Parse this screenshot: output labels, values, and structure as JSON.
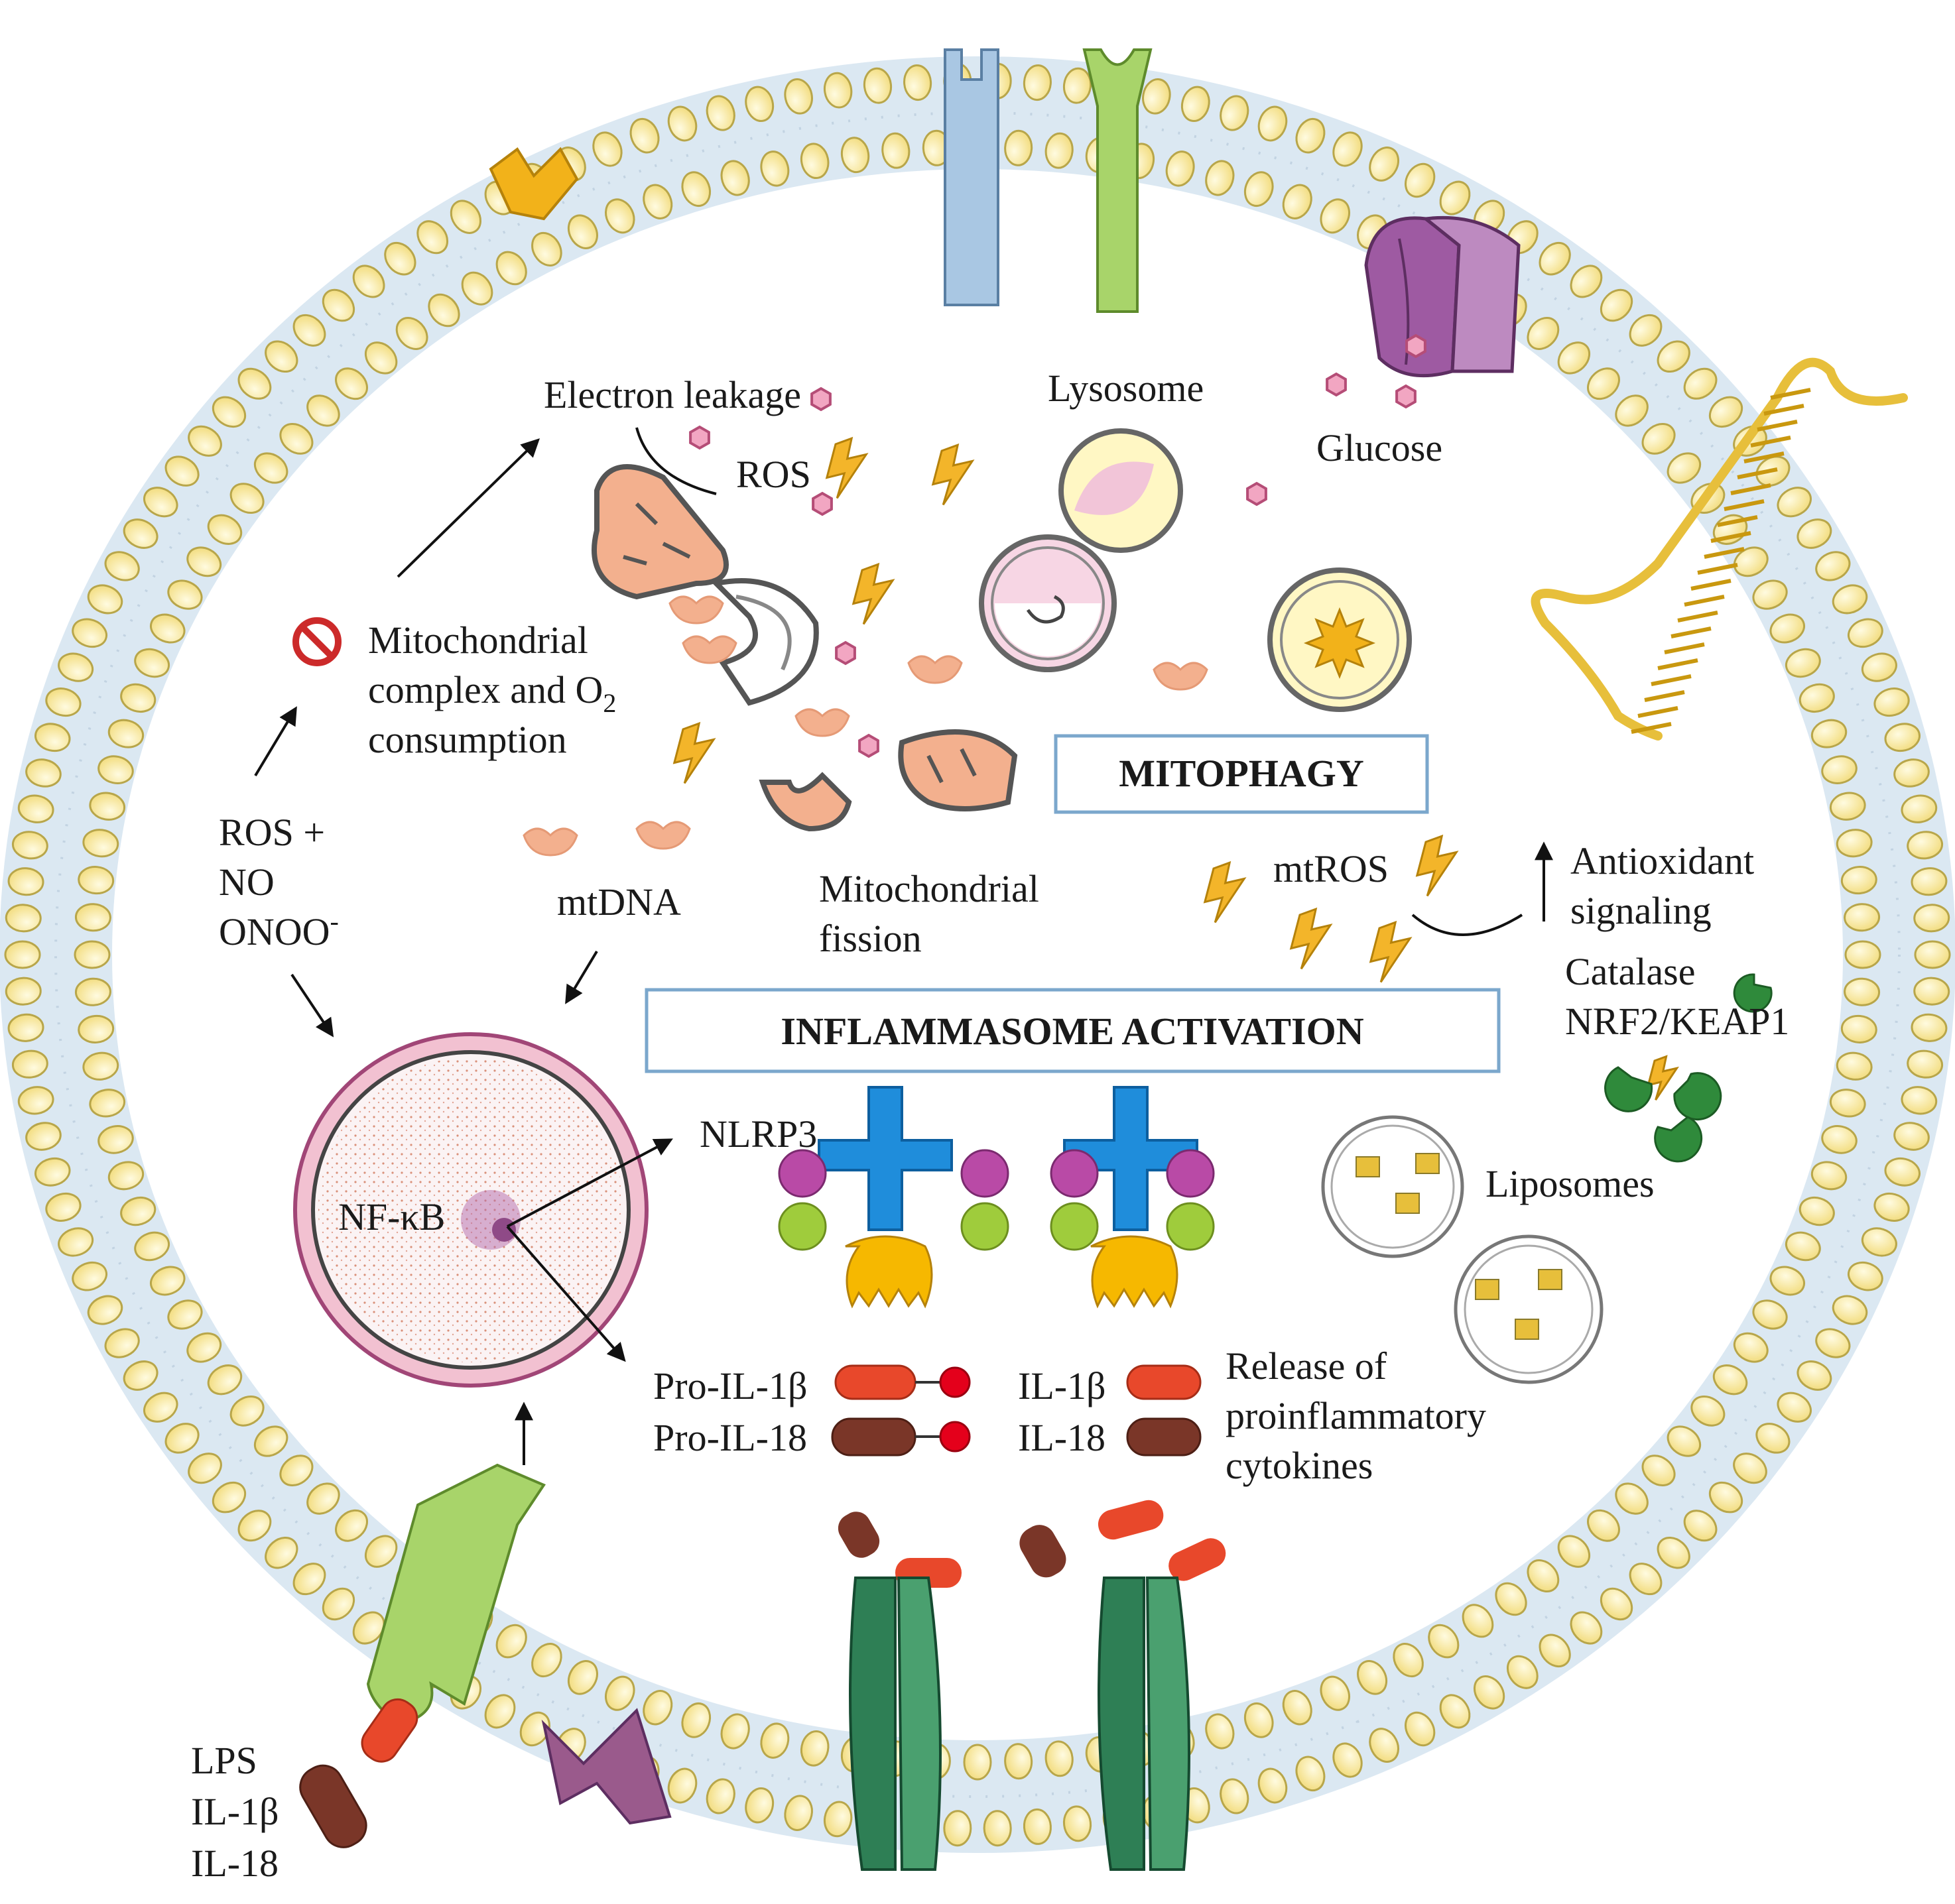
{
  "labels": {
    "electron_leakage": "Electron leakage",
    "ros": "ROS",
    "lysosome": "Lysosome",
    "glucose": "Glucose",
    "mito_complex_line1": "Mitochondrial",
    "mito_complex_line2": "complex and O",
    "mito_complex_sub": "2",
    "mito_complex_line3": "consumption",
    "ros_plus": "ROS +",
    "no": "NO",
    "onoo": "ONOO",
    "onoo_sup": "-",
    "mtdna": "mtDNA",
    "mito_fission_line1": "Mitochondrial",
    "mito_fission_line2": "fission",
    "mitophagy": "MITOPHAGY",
    "mtros": "mtROS",
    "antioxidant_line1": "Antioxidant",
    "antioxidant_line2": "signaling",
    "catalase": "Catalase",
    "nrf2": "NRF2/KEAP1",
    "inflammasome": "INFLAMMASOME ACTIVATION",
    "nlrp3": "NLRP3",
    "nfkb": "NF-κB",
    "liposomes": "Liposomes",
    "pro_il1b": "Pro-IL-1β",
    "pro_il18": "Pro-IL-18",
    "il1b": "IL-1β",
    "il18": "IL-18",
    "release_line1": "Release of",
    "release_line2": "proinflammatory",
    "release_line3": "cytokines",
    "lps": "LPS",
    "il1b_out": "IL-1β",
    "il18_out": "IL-18"
  },
  "colors": {
    "lipid_head": "#fbf0a8",
    "lipid_stroke": "#b8a64a",
    "membrane_core": "#dbe8f2",
    "mitochondria": "#f3b08e",
    "pro_il1b": "#e8482b",
    "pro_il18": "#7a3628",
    "nlrp3_blue": "#1f8ddb",
    "nlrp3_purple": "#b94aa6",
    "nlrp3_green": "#9fcc3c",
    "nlrp3_yellow": "#f6b800",
    "channel_green": "#2e7f55",
    "glut_purple": "#8c4d8e",
    "box_border": "#7ba7cc"
  },
  "icons": [
    "no-sign-icon",
    "lightning-icon",
    "glucose-hexagon-icon",
    "dna-icon"
  ]
}
